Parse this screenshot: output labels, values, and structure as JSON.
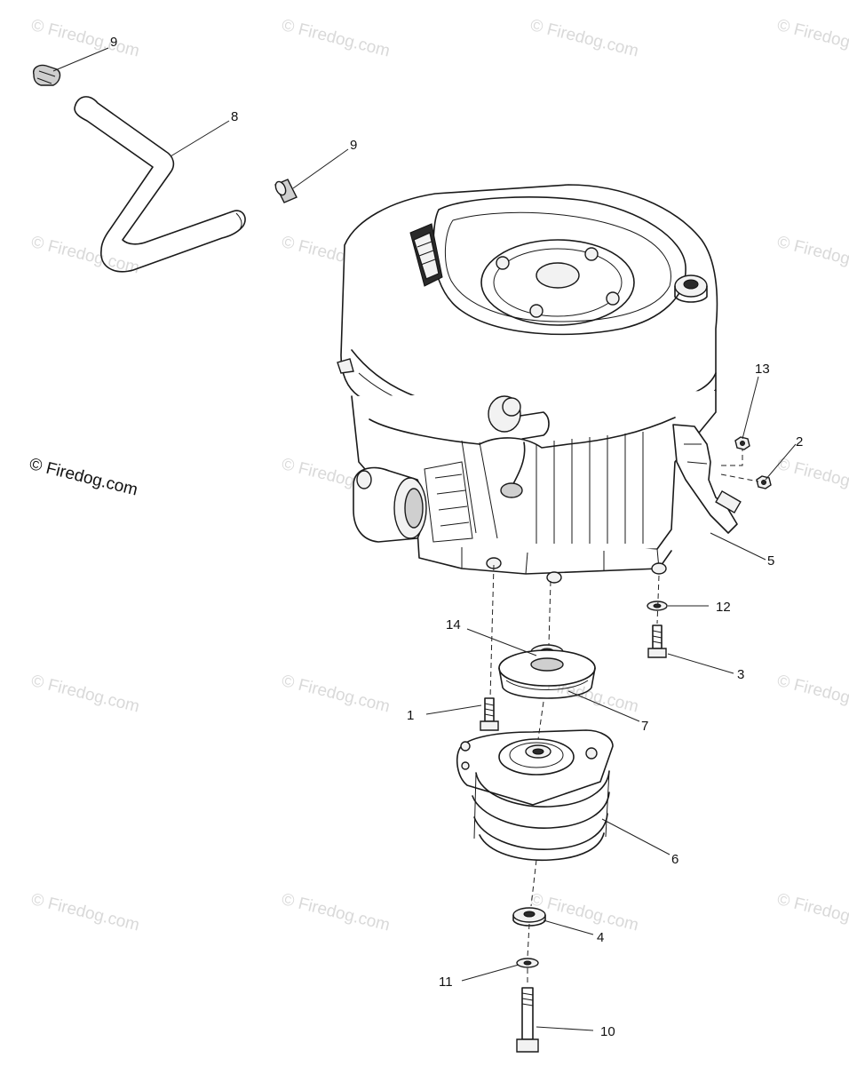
{
  "watermark_text": "© Firedog.com",
  "copyright_text": "© Firedog.com",
  "callouts": {
    "c1": "1",
    "c2": "2",
    "c3": "3",
    "c4": "4",
    "c5": "5",
    "c6": "6",
    "c7": "7",
    "c8": "8",
    "c9a": "9",
    "c9b": "9",
    "c10": "10",
    "c11": "11",
    "c12": "12",
    "c13": "13",
    "c14": "14"
  }
}
